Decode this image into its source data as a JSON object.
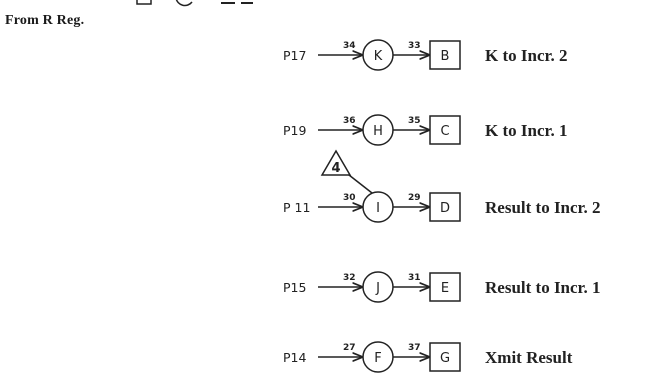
{
  "header": {
    "source_label": "From R Reg."
  },
  "branches": [
    {
      "input": "P17",
      "circle_in_num": "34",
      "circle": "K",
      "box_in_num": "33",
      "box": "B",
      "description": "K to Incr. 2"
    },
    {
      "input": "P19",
      "circle_in_num": "36",
      "circle": "H",
      "box_in_num": "35",
      "box": "C",
      "description": "K to Incr. 1"
    },
    {
      "input": "P 11",
      "circle_in_num": "30",
      "circle": "I",
      "box_in_num": "29",
      "box": "D",
      "description": "Result to Incr. 2",
      "triangle": "4"
    },
    {
      "input": "P15",
      "circle_in_num": "32",
      "circle": "J",
      "box_in_num": "31",
      "box": "E",
      "description": "Result to Incr. 1"
    },
    {
      "input": "P14",
      "circle_in_num": "27",
      "circle": "F",
      "box_in_num": "37",
      "box": "G",
      "description": "Xmit Result"
    }
  ]
}
